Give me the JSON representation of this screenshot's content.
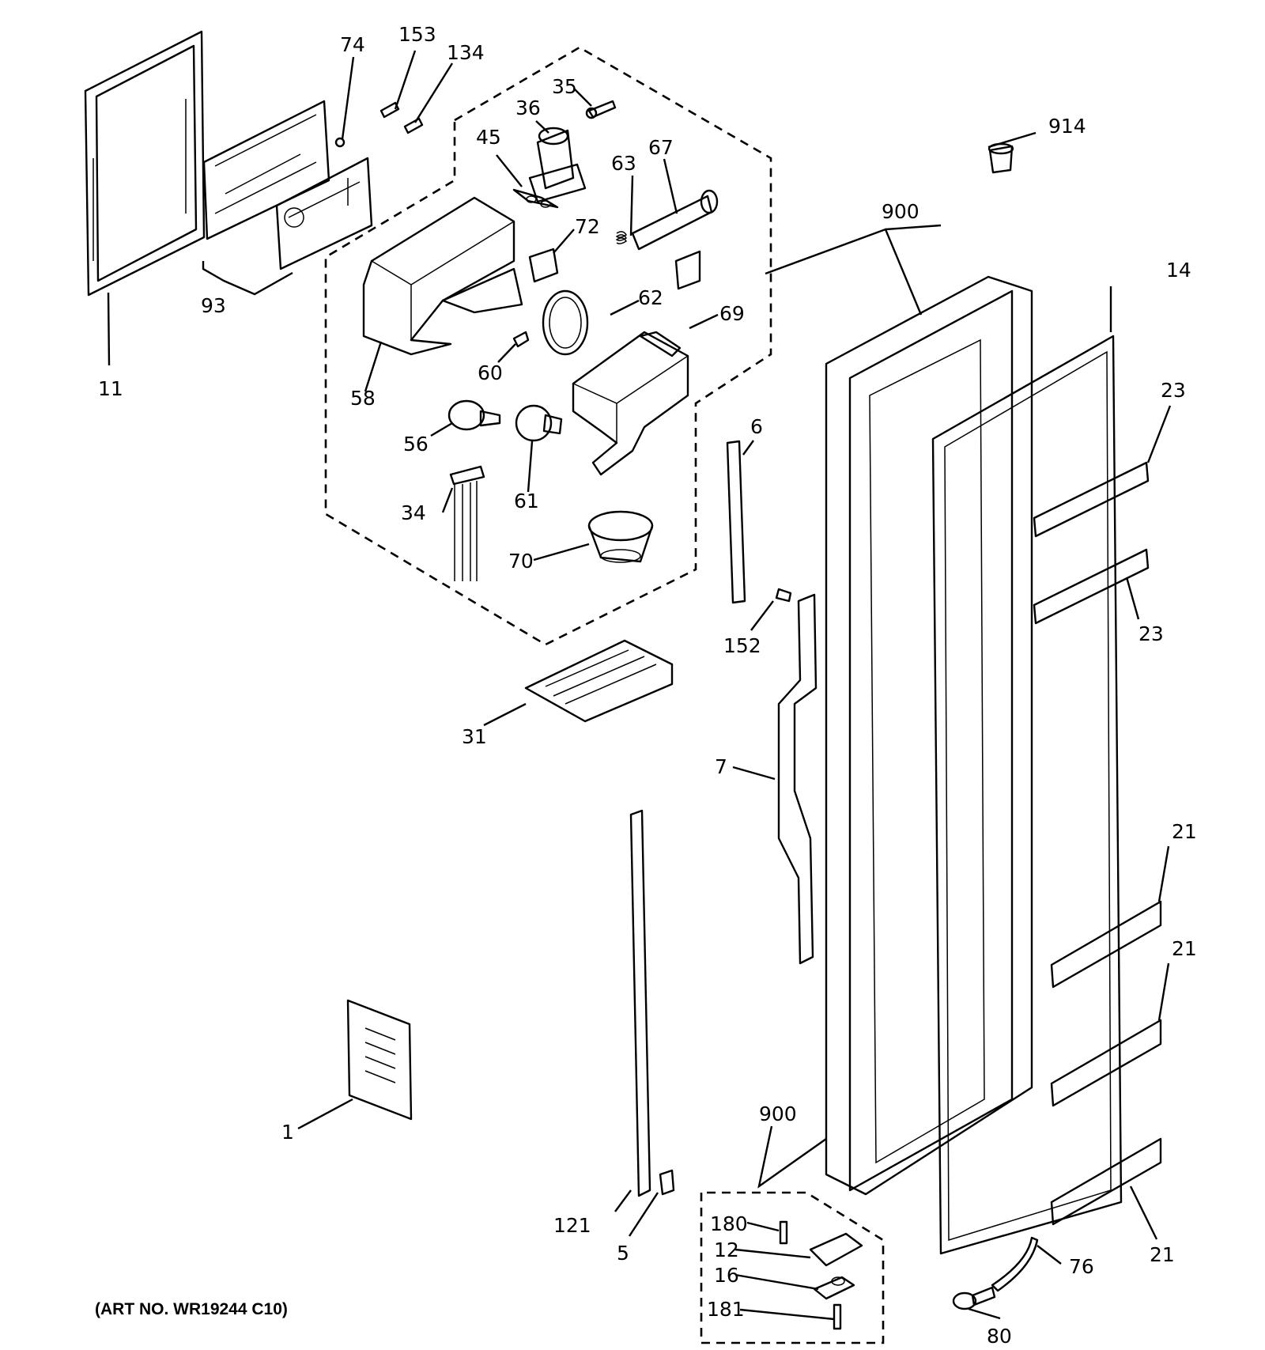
{
  "labels": {
    "l1": "1",
    "l5": "5",
    "l6": "6",
    "l7": "7",
    "l11": "11",
    "l12": "12",
    "l14": "14",
    "l16": "16",
    "l21a": "21",
    "l21b": "21",
    "l21c": "21",
    "l23a": "23",
    "l23b": "23",
    "l31": "31",
    "l34": "34",
    "l35": "35",
    "l36": "36",
    "l45": "45",
    "l56": "56",
    "l58": "58",
    "l60": "60",
    "l61": "61",
    "l62": "62",
    "l63": "63",
    "l67": "67",
    "l69": "69",
    "l70": "70",
    "l72": "72",
    "l74": "74",
    "l76": "76",
    "l80": "80",
    "l93": "93",
    "l121": "121",
    "l134": "134",
    "l152": "152",
    "l153": "153",
    "l180": "180",
    "l181": "181",
    "l900a": "900",
    "l900b": "900",
    "l914": "914"
  },
  "art_number": "(ART NO. WR19244 C10)"
}
